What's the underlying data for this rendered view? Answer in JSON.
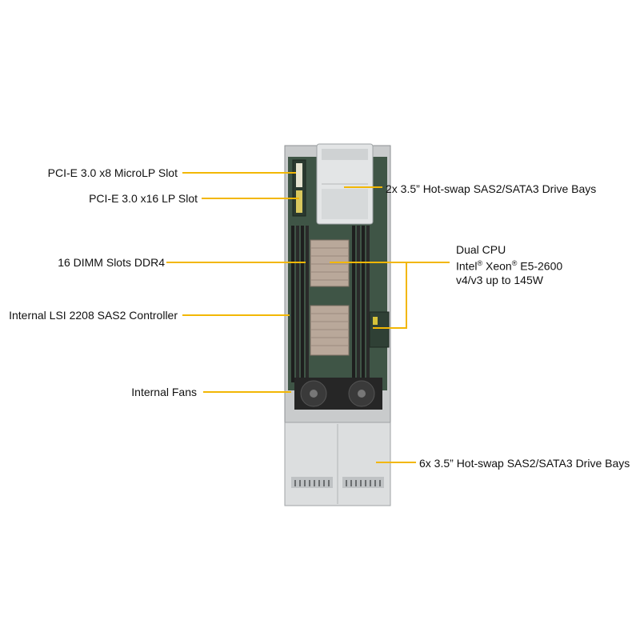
{
  "callouts": {
    "microlp_slot": "PCI-E 3.0 x8 MicroLP Slot",
    "x16_lp_slot": "PCI-E 3.0 x16 LP Slot",
    "dimm_slots": "16 DIMM Slots DDR4",
    "lsi_controller": "Internal LSI 2208 SAS2 Controller",
    "internal_fans": "Internal Fans",
    "rear_drive_bays": "2x 3.5” Hot-swap SAS2/SATA3 Drive Bays",
    "cpu": {
      "line1": "Dual CPU",
      "line2_a": "Intel",
      "line2_reg1": "®",
      "line2_b": " Xeon",
      "line2_reg2": "®",
      "line2_c": " E5-2600",
      "line3": "v4/v3 up to 145W"
    },
    "front_drive_bays": "6x 3.5” Hot-swap SAS2/SATA3 Drive Bays"
  },
  "colors": {
    "leader": "#f2b705",
    "pcb": "#3f5546",
    "chassis": "#c9cbcc",
    "heatsink": "#b9a89a"
  }
}
